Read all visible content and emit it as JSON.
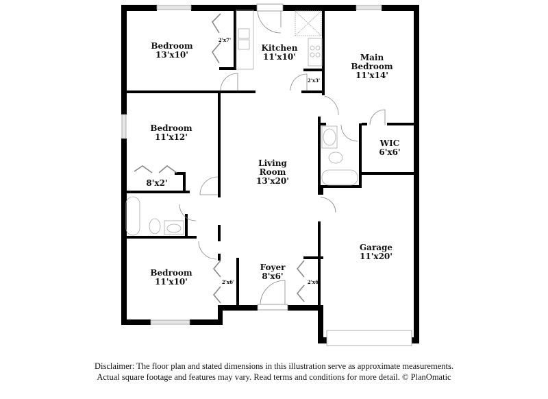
{
  "rooms": {
    "bedroom_nw": {
      "name": "Bedroom",
      "dim": "13'x10'"
    },
    "kitchen": {
      "name": "Kitchen",
      "dim": "11'x10'"
    },
    "main_bedroom": {
      "name_line1": "Main",
      "name_line2": "Bedroom",
      "dim": "11'x14'"
    },
    "bedroom_w": {
      "name": "Bedroom",
      "dim": "11'x12'"
    },
    "living_room": {
      "name_line1": "Living",
      "name_line2": "Room",
      "dim": "13'x20'"
    },
    "wic": {
      "name": "WIC",
      "dim": "6'x6'"
    },
    "bedroom_sw": {
      "name": "Bedroom",
      "dim": "11'x10'"
    },
    "foyer": {
      "name": "Foyer",
      "dim": "8'x6'"
    },
    "garage": {
      "name": "Garage",
      "dim": "11'x20'"
    }
  },
  "closets": {
    "closet_nw": "2'x7'",
    "pantry": "2'x3'",
    "closet_w": "8'x2'",
    "closet_sw": "2'x6'",
    "closet_foyer": "2'x6'"
  },
  "disclaimer": {
    "line1": "Disclaimer: The floor plan and stated dimensions in this illustration serve as approximate measurements.",
    "line2": "Actual square footage and features may vary. Read terms and conditions for more detail. © PlanOmatic"
  },
  "colors": {
    "wall": "#000000",
    "fixture": "#9a9a9a",
    "window": "#d8d8d8",
    "background": "#ffffff"
  }
}
